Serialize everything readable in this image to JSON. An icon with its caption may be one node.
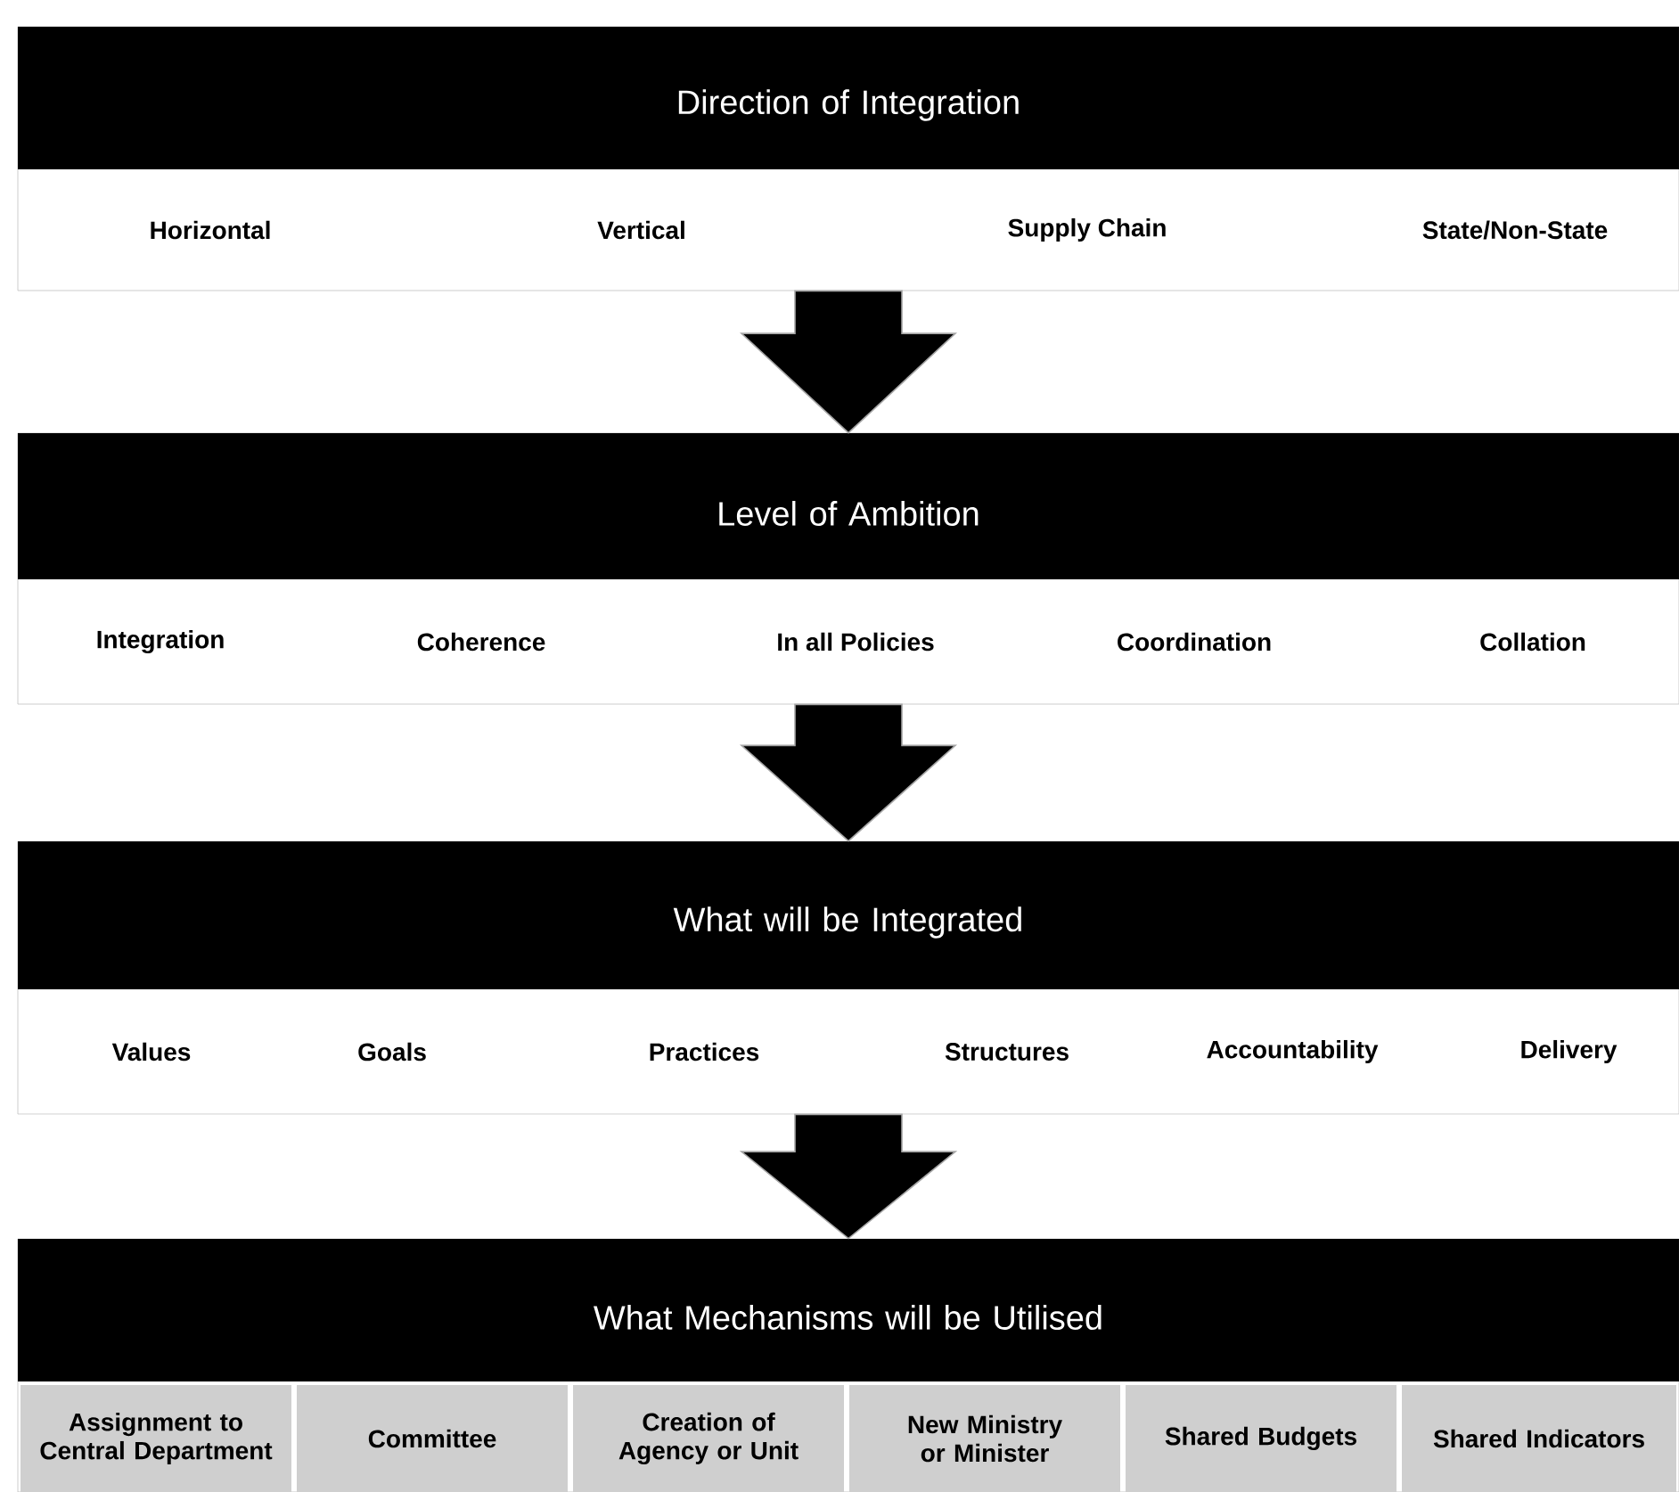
{
  "diagram": {
    "nodes": [
      {
        "text": [
          "Direction of Integration"
        ]
      },
      {
        "text": [
          "Horizontal"
        ],
        "in": 0
      },
      {
        "text": [
          "Vertical"
        ],
        "in": 0
      },
      {
        "text": [
          "Supply Chain"
        ],
        "in": 0
      },
      {
        "text": [
          "State/Non-State"
        ],
        "in": 0
      },
      {
        "text": [
          "Level of Ambition"
        ]
      },
      {
        "text": [
          "Integration"
        ],
        "in": 5
      },
      {
        "text": [
          "Coherence"
        ],
        "in": 5
      },
      {
        "text": [
          "In all Policies"
        ],
        "in": 5
      },
      {
        "text": [
          "Coordination"
        ],
        "in": 5
      },
      {
        "text": [
          "Collation"
        ],
        "in": 5
      },
      {
        "text": [
          "What will be Integrated"
        ]
      },
      {
        "text": [
          "Values"
        ],
        "in": 11
      },
      {
        "text": [
          "Goals"
        ],
        "in": 11
      },
      {
        "text": [
          "Practices"
        ],
        "in": 11
      },
      {
        "text": [
          "Structures"
        ],
        "in": 11
      },
      {
        "text": [
          "Accountability"
        ],
        "in": 11
      },
      {
        "text": [
          "Delivery"
        ],
        "in": 11
      },
      {
        "text": [
          "What Mechanisms will be Utilised"
        ]
      },
      {
        "text": [
          "Assignment to Central Department"
        ],
        "in": 18
      },
      {
        "text": [
          "Committee"
        ],
        "in": 18
      },
      {
        "text": [
          "Creation of Agency or Unit"
        ],
        "in": 18
      },
      {
        "text": [
          "New Ministry or Minister"
        ],
        "in": 18
      },
      {
        "text": [
          "Shared Budgets"
        ],
        "in": 18
      },
      {
        "text": [
          "Shared Indicators"
        ],
        "in": 18
      }
    ],
    "edges": [
      {
        "from": 0,
        "to": 5,
        "arrow": "to",
        "style": "thick"
      },
      {
        "from": 5,
        "to": 11,
        "arrow": "to",
        "style": "thick"
      },
      {
        "from": 11,
        "to": 18,
        "arrow": "to",
        "style": "thick"
      }
    ]
  }
}
